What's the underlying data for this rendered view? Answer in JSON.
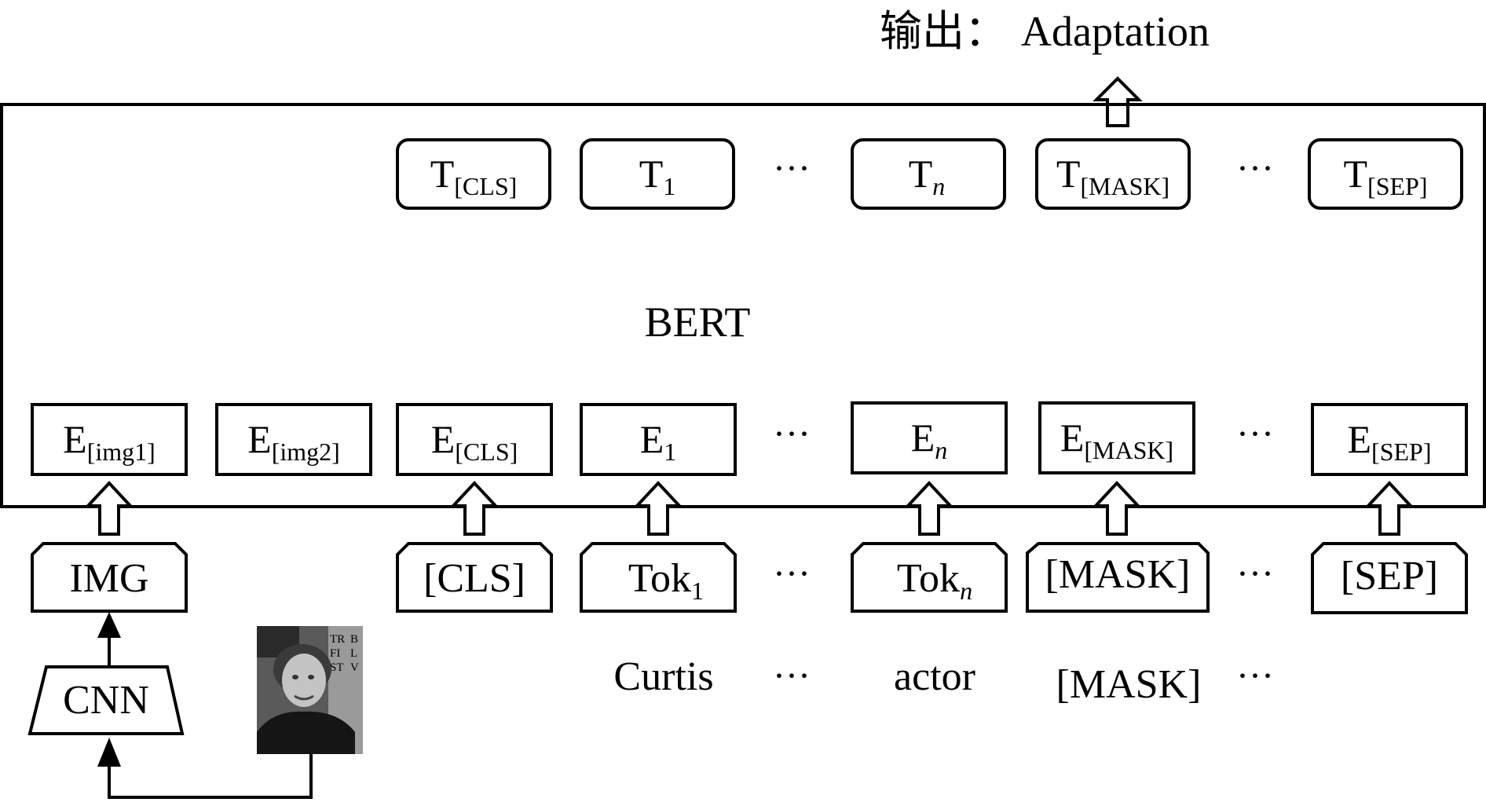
{
  "output": {
    "label": "输出：",
    "value": "Adaptation"
  },
  "model_label": "BERT",
  "top_tokens": [
    {
      "base": "T",
      "sub": "[CLS]"
    },
    {
      "base": "T",
      "sub": "1"
    },
    {
      "base": "···"
    },
    {
      "base": "T",
      "sub": "n"
    },
    {
      "base": "T",
      "sub": "[MASK]"
    },
    {
      "base": "···"
    },
    {
      "base": "T",
      "sub": "[SEP]"
    }
  ],
  "embeddings": [
    {
      "base": "E",
      "sub": "[img1]"
    },
    {
      "base": "E",
      "sub": "[img2]"
    },
    {
      "base": "E",
      "sub": "[CLS]"
    },
    {
      "base": "E",
      "sub": "1"
    },
    {
      "base": "···"
    },
    {
      "base": "E",
      "sub": "n"
    },
    {
      "base": "E",
      "sub": "[MASK]"
    },
    {
      "base": "···"
    },
    {
      "base": "E",
      "sub": "[SEP]"
    }
  ],
  "inputs": [
    {
      "base": "IMG"
    },
    {
      "base": "[CLS]"
    },
    {
      "base": "Tok",
      "sub": "1"
    },
    {
      "base": "···"
    },
    {
      "base": "Tok",
      "sub": "n"
    },
    {
      "base": "[MASK]"
    },
    {
      "base": "···"
    },
    {
      "base": "[SEP]"
    }
  ],
  "cnn_label": "CNN",
  "words": [
    "Curtis",
    "···",
    "actor",
    "[MASK]",
    "···"
  ],
  "photo": {
    "sign_letters": [
      "TR",
      "FI",
      "ST",
      "B",
      "L",
      "V"
    ]
  }
}
